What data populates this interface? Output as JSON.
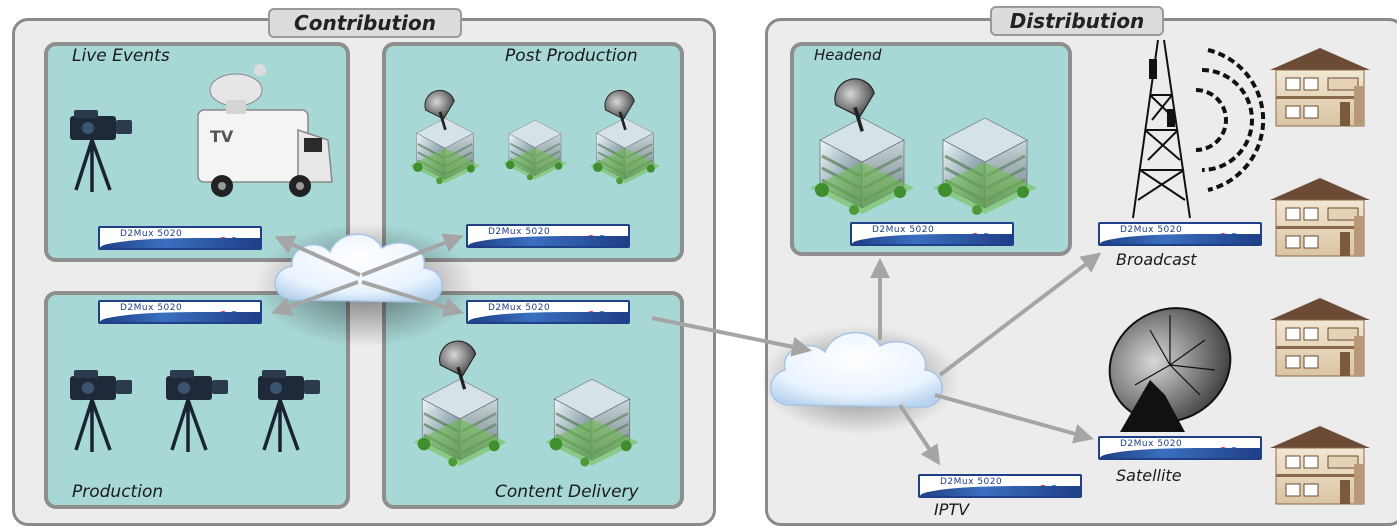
{
  "colors": {
    "panel_bg": "#ececec",
    "box_bg": "#a8d8d6",
    "arrow": "#a5a5a5",
    "device_brand": "#1f3f86"
  },
  "contribution": {
    "title": "Contribution",
    "live_events": "Live Events",
    "post_production": "Post Production",
    "production": "Production",
    "content_delivery": "Content Delivery"
  },
  "distribution": {
    "title": "Distribution",
    "headend": "Headend",
    "broadcast": "Broadcast",
    "satellite": "Satellite",
    "iptv": "IPTV"
  },
  "device": {
    "name": "D2Mux 5020"
  },
  "van_label": "TV",
  "icons": [
    "camera-icon",
    "tv-van-icon",
    "building-icon",
    "satellite-dish-icon",
    "cloud-icon",
    "broadcast-tower-icon",
    "house-icon",
    "arrow-icon"
  ]
}
